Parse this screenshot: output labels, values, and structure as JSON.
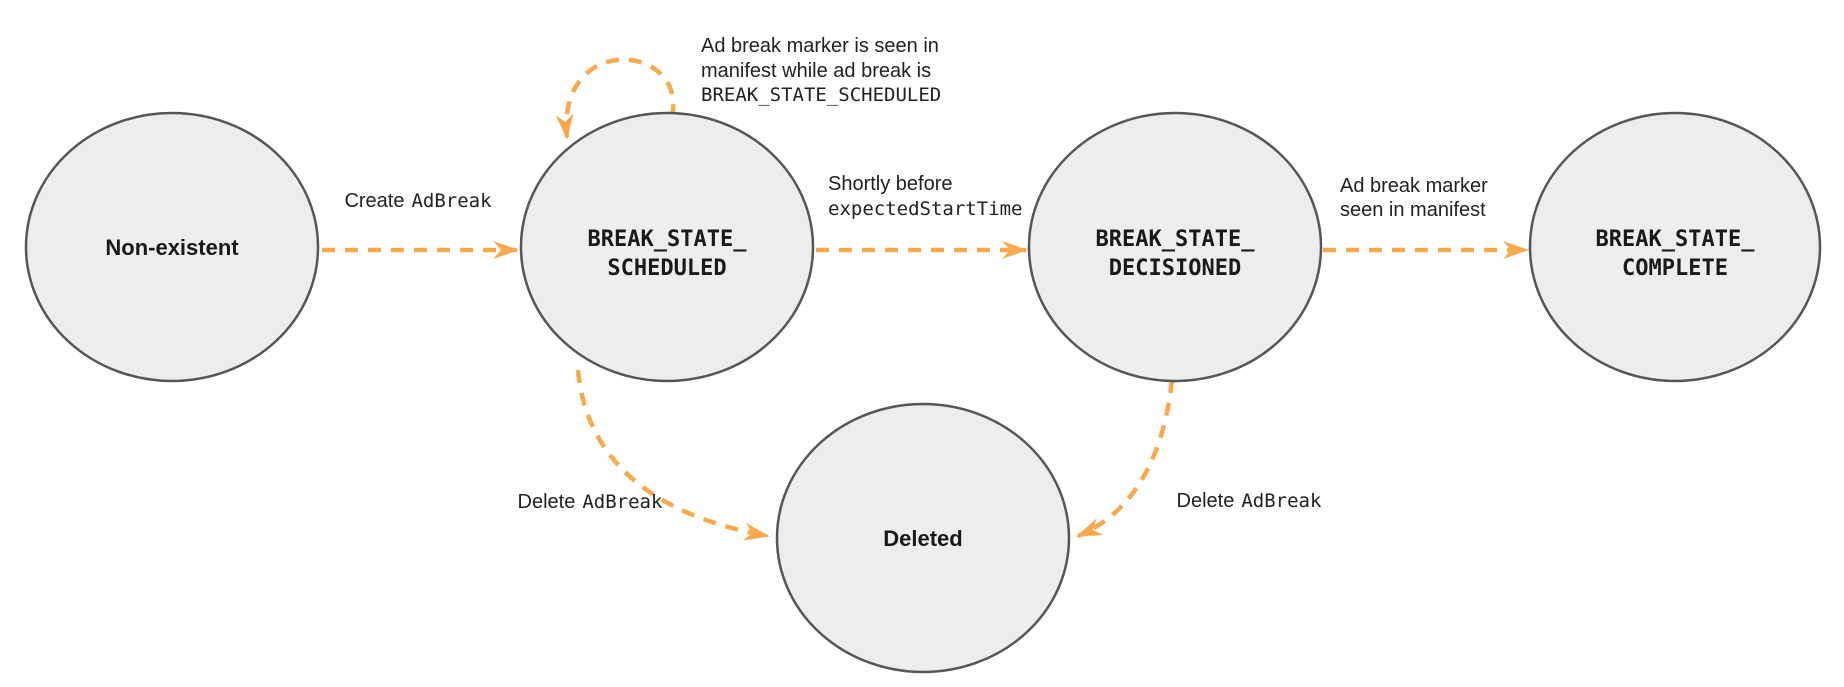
{
  "colors": {
    "arrow": "#F9A84B",
    "node_fill": "#EDEDED",
    "node_border": "#565656",
    "text": "#202124"
  },
  "nodes": [
    {
      "name": "non-existent",
      "label": "Non-existent"
    },
    {
      "name": "break-state-scheduled",
      "label_line1": "BREAK_STATE_",
      "label_line2": "SCHEDULED"
    },
    {
      "name": "break-state-decisioned",
      "label_line1": "BREAK_STATE_",
      "label_line2": "DECISIONED"
    },
    {
      "name": "break-state-complete",
      "label_line1": "BREAK_STATE_",
      "label_line2": "COMPLETE"
    },
    {
      "name": "deleted",
      "label": "Deleted"
    }
  ],
  "edges": {
    "create": {
      "text": "Create",
      "code": "AdBreak"
    },
    "self_loop": {
      "line1": "Ad break marker is seen in",
      "line2": "manifest while ad break is",
      "code_line": "BREAK_STATE_SCHEDULED"
    },
    "decision": {
      "line1": "Shortly before",
      "code_line": "expectedStartTime"
    },
    "complete": {
      "line1": "Ad break marker",
      "line2": "seen in manifest"
    },
    "delete_from_scheduled": {
      "text": "Delete",
      "code": "AdBreak"
    },
    "delete_from_decisioned": {
      "text": "Delete",
      "code": "AdBreak"
    }
  }
}
